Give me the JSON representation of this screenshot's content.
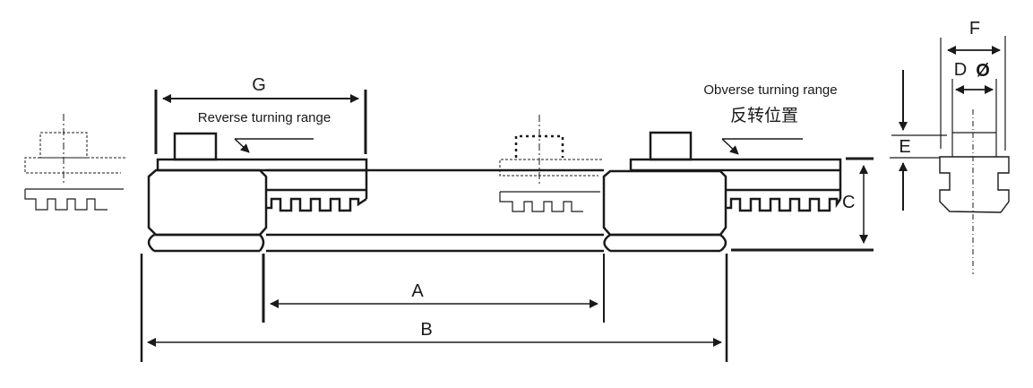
{
  "diagram": {
    "title": "Chuck jaw dimension diagram",
    "labels": {
      "A": "A",
      "B": "B",
      "C": "C",
      "D": "D",
      "diameter_symbol": "Ø",
      "E": "E",
      "F": "F",
      "G": "G"
    },
    "captions": {
      "reverse": "Reverse turning range",
      "obverse": "Obverse turning range",
      "obverse_cn": "反转位置"
    },
    "colors": {
      "line": "#1a1a1a",
      "background": "#ffffff"
    }
  }
}
